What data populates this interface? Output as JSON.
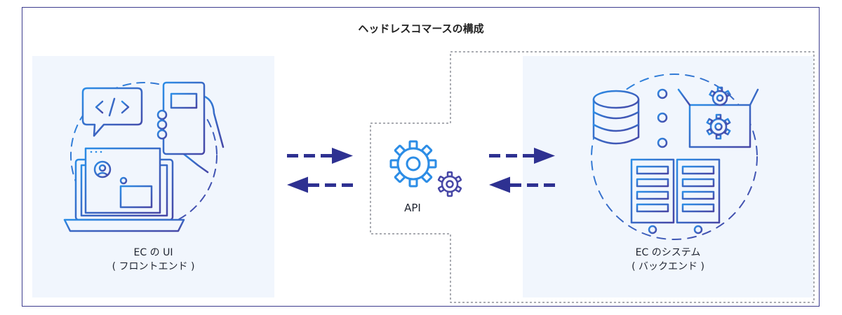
{
  "title": "ヘッドレスコマースの構成",
  "frontend": {
    "line1": "EC の UI",
    "line2": "( フロントエンド )"
  },
  "api": {
    "label": "API"
  },
  "backend": {
    "line1": "EC のシステム",
    "line2": "( バックエンド )"
  },
  "colors": {
    "frame": "#3d3c8e",
    "accent": "#2c8de6",
    "indigo": "#4747a6",
    "arrow": "#2e3191",
    "panel": "#f1f6fd"
  }
}
